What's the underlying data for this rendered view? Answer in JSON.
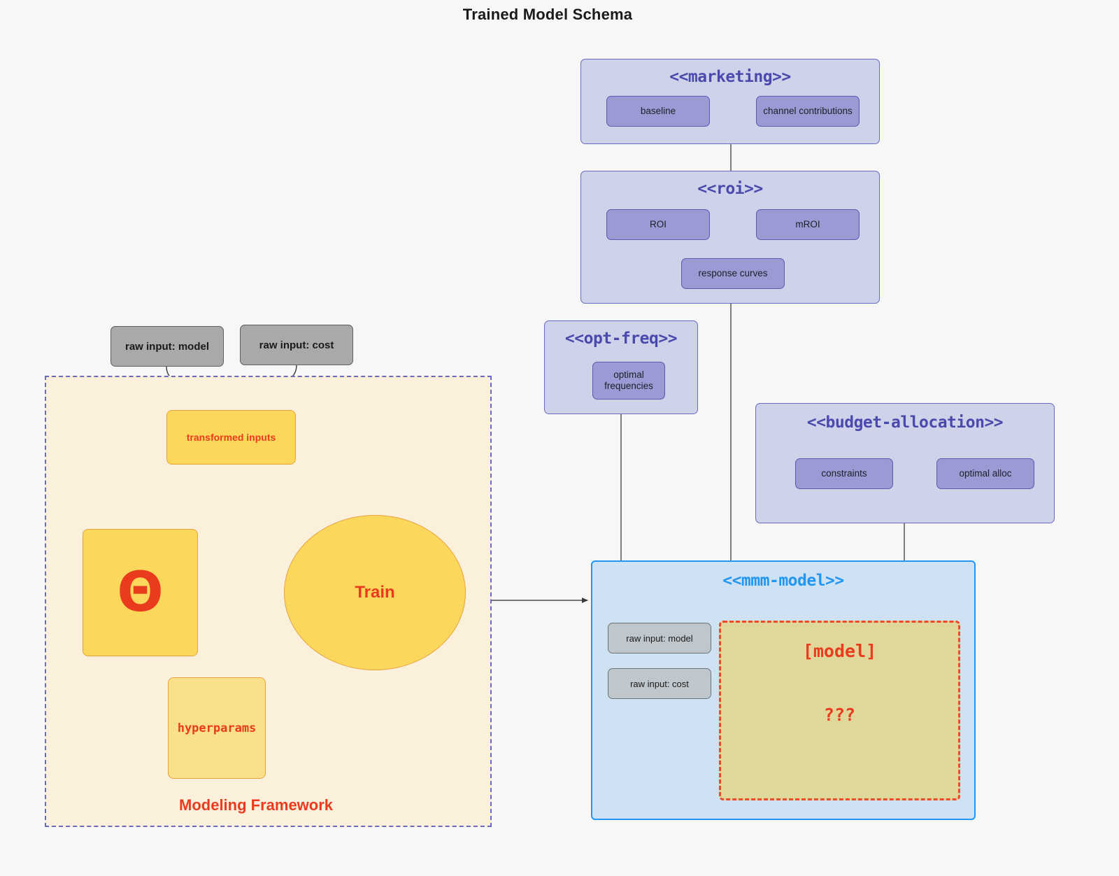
{
  "title": "Trained Model Schema",
  "packages": {
    "marketing": {
      "title": "<<marketing>>",
      "nodes": [
        {
          "label": "baseline"
        },
        {
          "label": "channel contributions"
        }
      ]
    },
    "roi": {
      "title": "<<roi>>",
      "nodes": [
        {
          "label": "ROI"
        },
        {
          "label": "mROI"
        },
        {
          "label": "response curves"
        }
      ]
    },
    "opt_freq": {
      "title": "<<opt-freq>>",
      "nodes": [
        {
          "label": "optimal\nfrequencies",
          "line1": "optimal",
          "line2": "frequencies"
        }
      ]
    },
    "budget_allocation": {
      "title": "<<budget-allocation>>",
      "nodes": [
        {
          "label": "constraints"
        },
        {
          "label": "optimal alloc"
        }
      ]
    },
    "mmm_model": {
      "title": "<<mmm-model>>",
      "inputs": [
        {
          "label": "raw input: model"
        },
        {
          "label": "raw input: cost"
        }
      ],
      "model_box": {
        "title": "[model]",
        "unknown": "???"
      }
    }
  },
  "framework": {
    "label": "Modeling Framework",
    "raw_inputs": [
      {
        "label": "raw input: model"
      },
      {
        "label": "raw input: cost"
      }
    ],
    "transformed": {
      "label": "transformed inputs"
    },
    "theta": {
      "symbol": "Θ"
    },
    "hyperparams": {
      "label": "hyperparams"
    },
    "train": {
      "label": "Train"
    }
  },
  "colors": {
    "package_fill": "#ced3e9",
    "package_border": "#6a6ac0",
    "package_title": "#4a4aae",
    "node_fill": "#9a9ad4",
    "node_border": "#5a5ab0",
    "grey_fill": "#a9a9a9",
    "grey_border": "#5e5e5e",
    "yellow_fill": "#fbd75b",
    "yellow_border": "#e8a33d",
    "framework_fill": "#faf0dc",
    "accent_red": "#eb3b1e",
    "mmm_fill": "#cfe2f3",
    "mmm_border": "#2196f3",
    "model_fill": "#e0d89a",
    "model_border": "#ea4b2a",
    "background": "#f7f7f7"
  }
}
